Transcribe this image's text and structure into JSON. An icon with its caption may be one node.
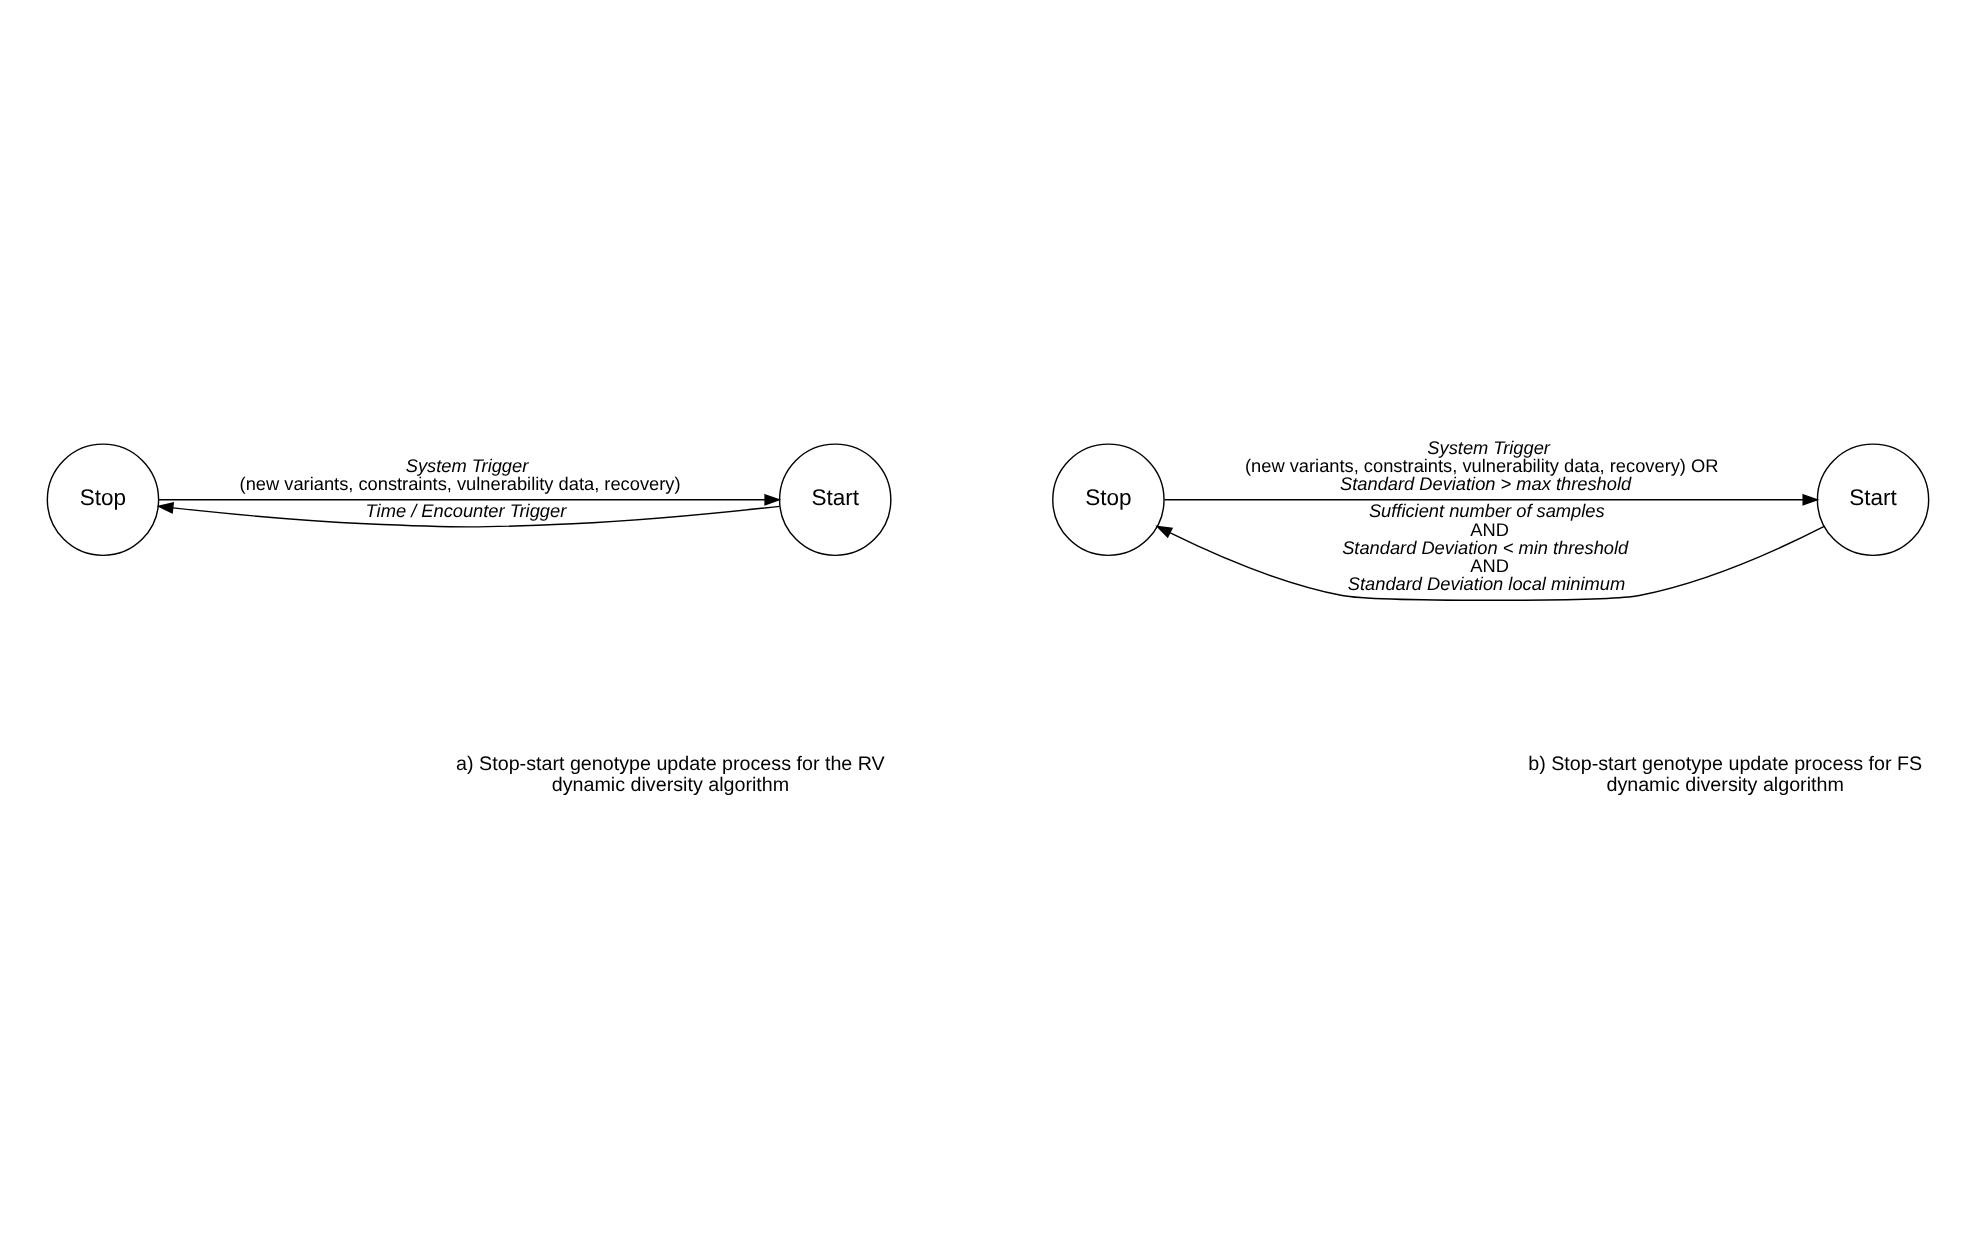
{
  "diagram": {
    "nodes": [
      {
        "text": [
          "Start"
        ]
      },
      {
        "text": [
          "Stop"
        ]
      },
      {
        "text": [
          "Start"
        ]
      },
      {
        "text": [
          "Stop"
        ]
      }
    ],
    "edges": [
      {
        "from": 0,
        "to": 1,
        "arrow": "to",
        "label": "*Time / Encounter Trigger*"
      },
      {
        "from": 1,
        "to": 0,
        "arrow": "to",
        "label": "*System Trigger* (new variants, constraints, vulnerability data, recovery)"
      },
      {
        "from": 2,
        "to": 3,
        "arrow": "to",
        "label": "*Sufficient number of samples* AND *Standard Deviation < min threshold* AND *Standard Deviation local minimum*"
      },
      {
        "from": 3,
        "to": 2,
        "arrow": "to",
        "label": "*System Trigger* (new variants, constraints, vulnerability data, recovery) OR *Standard Deviation > max threshold*"
      }
    ],
    "labels": [
      "a) Stop-start genotype update process for the RV dynamic diversity algorithm",
      "b) Stop-start genotype update process for FS dynamic diversity algorithm"
    ]
  }
}
